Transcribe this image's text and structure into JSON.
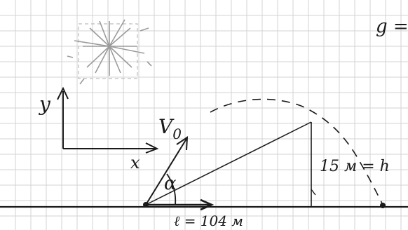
{
  "labels": {
    "y_axis": "y",
    "x_axis": "x",
    "velocity_main": "V",
    "velocity_sub": "0",
    "angle": "α",
    "height": "15 м = h",
    "distance": "ℓ = 104 м",
    "gravity": "g ="
  },
  "colors": {
    "ink": "#1a1a1a",
    "grid": "#d3d3d3",
    "sun": "#9b9b9b",
    "paper": "#ffffff"
  },
  "icons": [
    "sun-doodle-icon"
  ]
}
